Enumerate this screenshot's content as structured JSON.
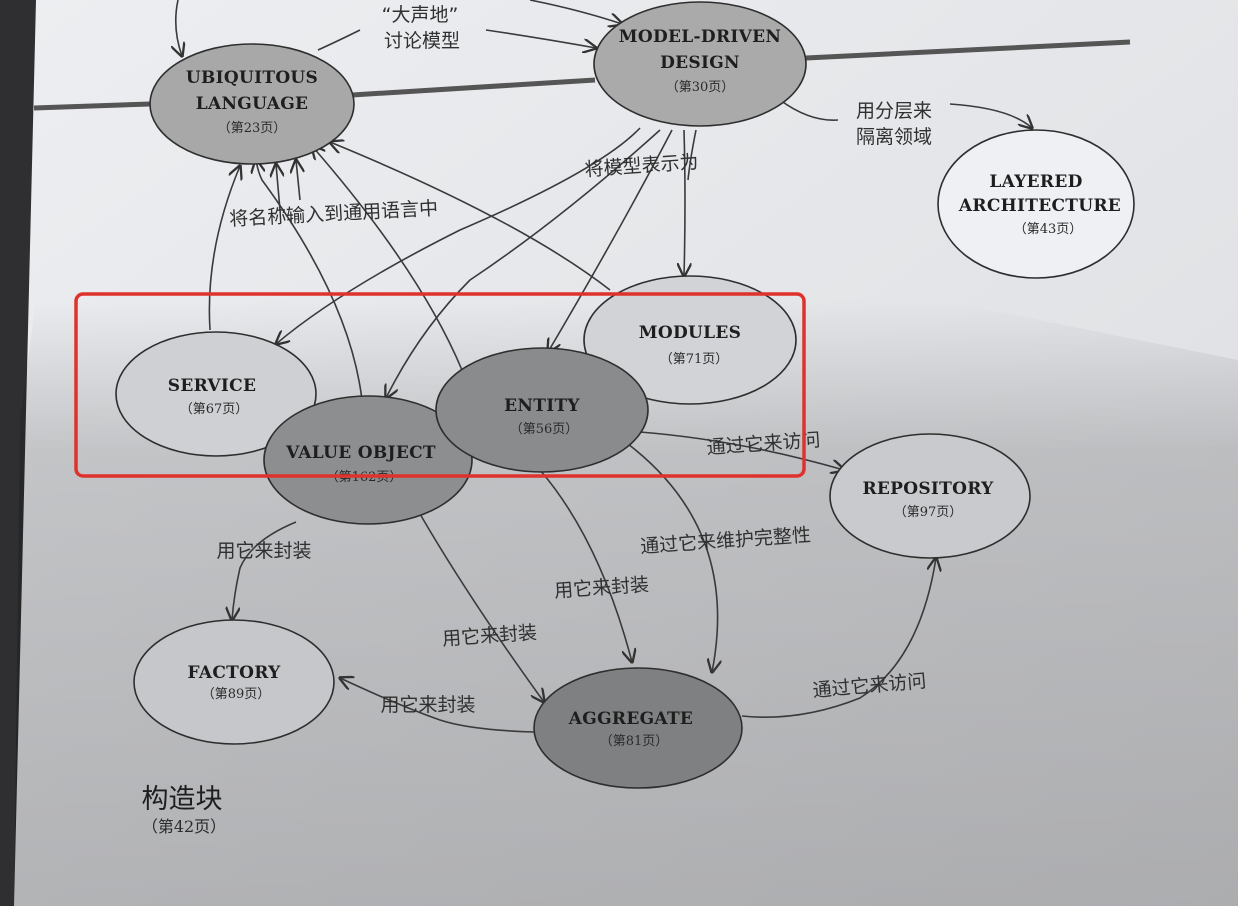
{
  "colors": {
    "paper": "#e8e9ec",
    "shadow_paper": "#b9babd",
    "node_gray": "#a9a9a9",
    "node_white": "#f2f2f4",
    "ink": "#333333",
    "highlight": "#e0322c"
  },
  "nodes": {
    "ubiquitous_language": {
      "title_line1": "UBIQUITOUS",
      "title_line2": "LANGUAGE",
      "page": "（第23页）",
      "fill": "gray"
    },
    "model_driven_design": {
      "title_line1": "MODEL-DRIVEN",
      "title_line2": "DESIGN",
      "page": "（第30页）",
      "fill": "gray"
    },
    "layered_architecture": {
      "title_line1": "LAYERED",
      "title_line2": "ARCHITECTURE",
      "page": "（第43页）",
      "fill": "white"
    },
    "modules": {
      "title": "MODULES",
      "page": "（第71页）",
      "fill": "white"
    },
    "service": {
      "title": "SERVICE",
      "page": "（第67页）",
      "fill": "white"
    },
    "value_object": {
      "title": "VALUE OBJECT",
      "page": "（第162页）",
      "fill": "gray"
    },
    "entity": {
      "title": "ENTITY",
      "page": "（第56页）",
      "fill": "gray"
    },
    "repository": {
      "title": "REPOSITORY",
      "page": "（第97页）",
      "fill": "white"
    },
    "factory": {
      "title": "FACTORY",
      "page": "（第89页）",
      "fill": "white"
    },
    "aggregate": {
      "title": "AGGREGATE",
      "page": "（第81页）",
      "fill": "gray"
    }
  },
  "edge_labels": {
    "loud_line1": "“大声地”",
    "loud_line2": "讨论模型",
    "layers_line1": "用分层来",
    "layers_line2": "隔离领域",
    "express_model": "将模型表示为",
    "names_into_language": "将名称输入到通用语言中",
    "access_entity_repo": "通过它来访问",
    "encapsulate_vo_factory": "用它来封装",
    "maintain_integrity": "通过它来维护完整性",
    "encapsulate_entity_agg": "用它来封装",
    "encapsulate_vo_agg": "用它来封装",
    "encapsulate_factory_agg": "用它来封装",
    "access_agg_repo": "通过它来访问"
  },
  "legend": {
    "title": "构造块",
    "page": "（第42页）"
  }
}
